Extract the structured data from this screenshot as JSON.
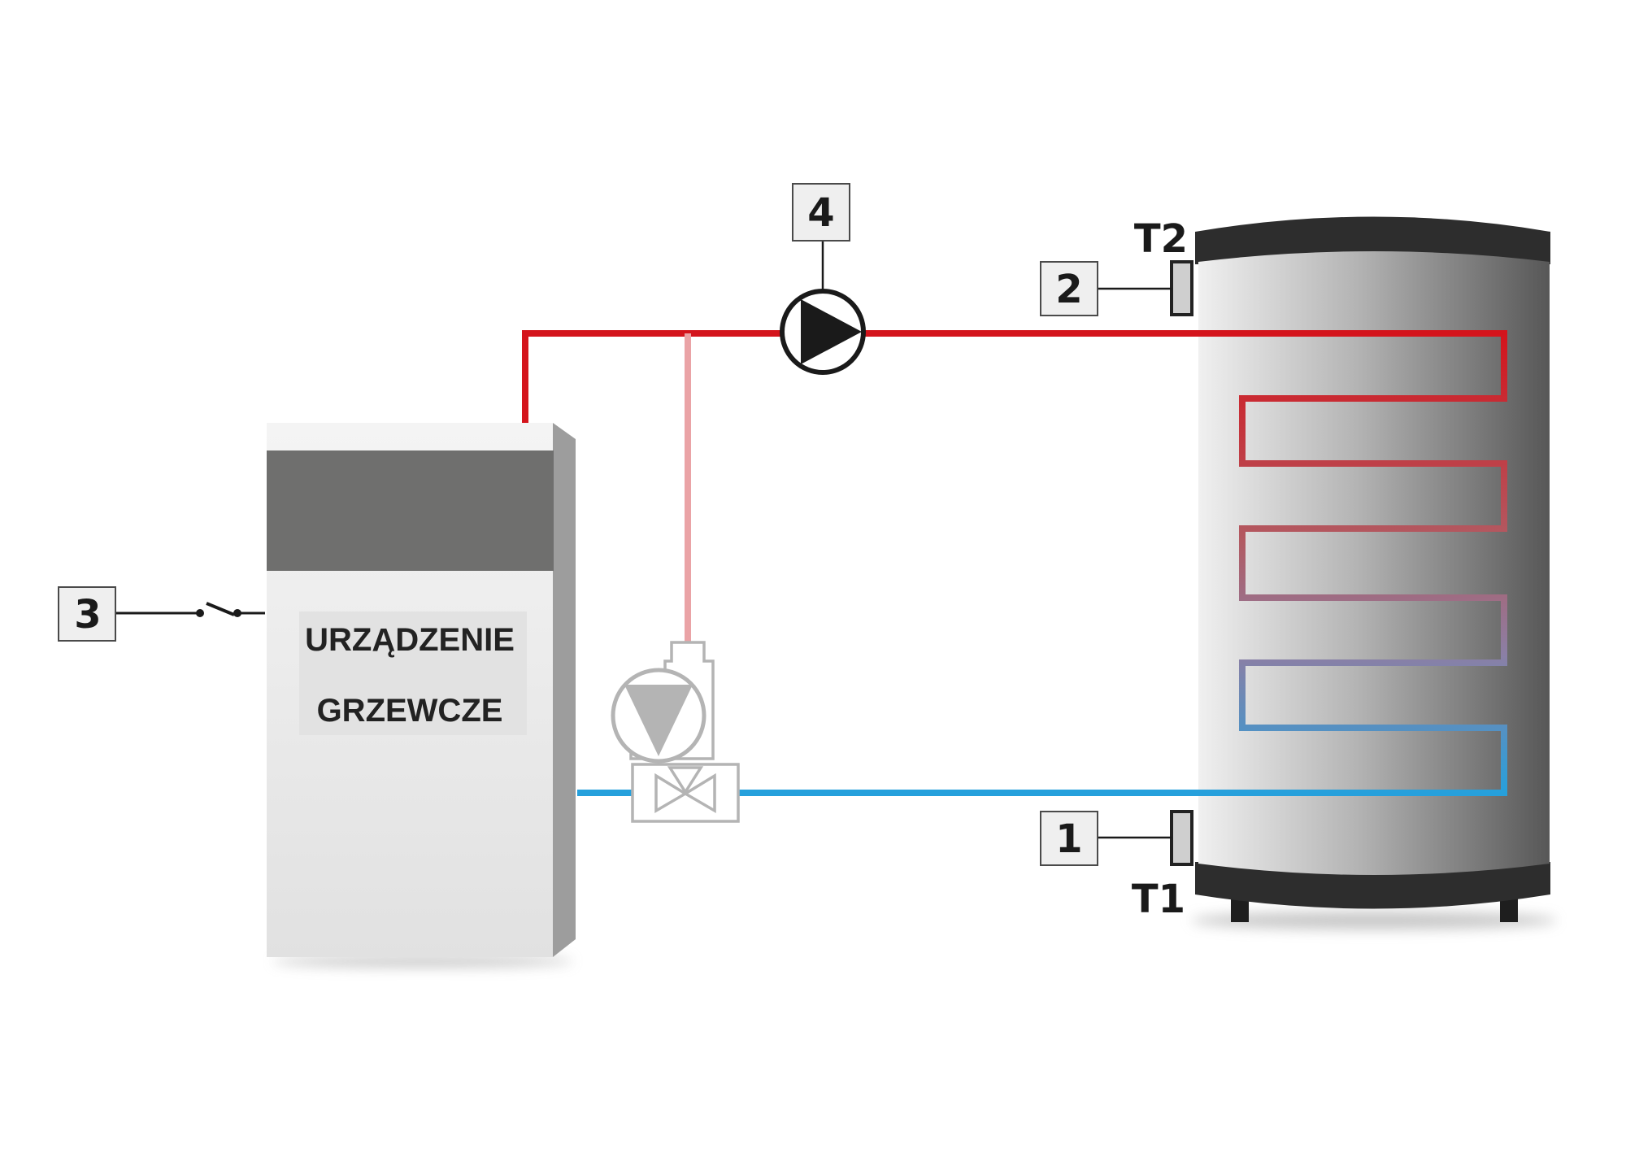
{
  "boiler": {
    "label_line1": "URZĄDZENIE",
    "label_line2": "GRZEWCZE"
  },
  "callouts": {
    "sensor_bottom": "1",
    "sensor_top": "2",
    "switch": "3",
    "pump": "4"
  },
  "sensors": {
    "top_label": "T2",
    "bottom_label": "T1"
  },
  "colors": {
    "supply_pipe": "#d4141c",
    "return_pipe": "#26a0dc",
    "bypass_pipe": "#eaa3a6",
    "inactive_component": "#b4b4b4",
    "tank_rim": "#2d2d2d"
  }
}
